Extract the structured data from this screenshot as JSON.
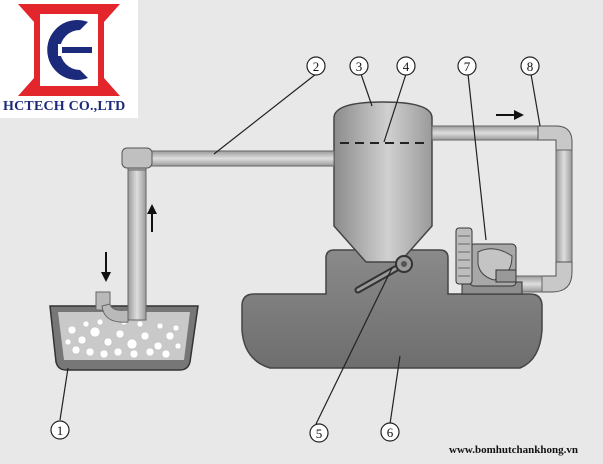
{
  "logo": {
    "company_name": "HCTECH CO.,LTD"
  },
  "website": "www.bomhutchankhong.vn",
  "callouts": [
    "1",
    "2",
    "3",
    "4",
    "5",
    "6",
    "7",
    "8"
  ],
  "colors": {
    "background": "#e8e8e8",
    "logo_red": "#e3262b",
    "logo_blue": "#1b2a7a",
    "machine_gray": "#8a8a8a",
    "pipe_gray": "#c4c4c4"
  }
}
